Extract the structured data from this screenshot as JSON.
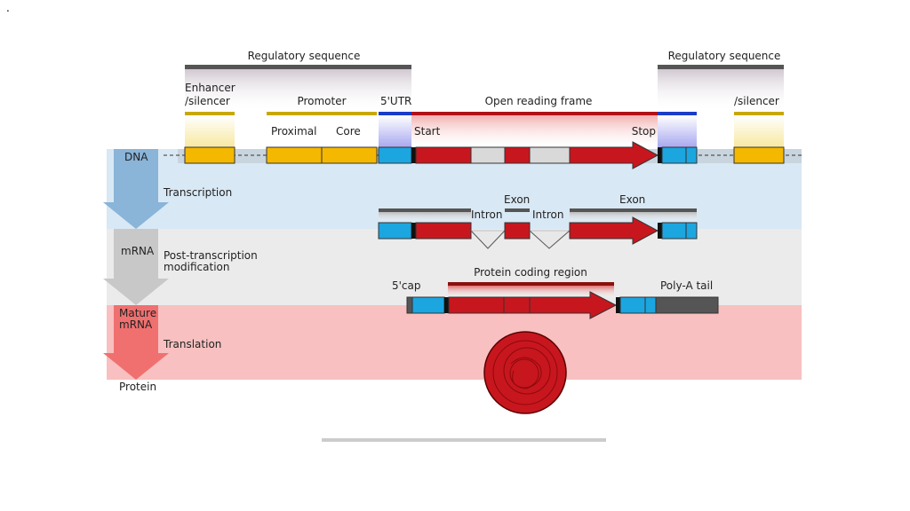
{
  "corner_mark": ".",
  "labels": {
    "regulatory_left": "Regulatory sequence",
    "regulatory_right": "Regulatory sequence",
    "enhancer_line1": "Enhancer",
    "enhancer_line2": "/silencer",
    "silencer_right": "/silencer",
    "promoter": "Promoter",
    "proximal": "Proximal",
    "core": "Core",
    "utr5": "5'UTR",
    "orf": "Open reading frame",
    "start": "Start",
    "stop": "Stop",
    "dna": "DNA",
    "transcription": "Transcription",
    "exon_mid": "Exon",
    "exon_right": "Exon",
    "intron_1": "Intron",
    "intron_2": "Intron",
    "mrna": "mRNA",
    "post_line1": "Post-transcription",
    "post_line2": "modification",
    "cap5": "5'cap",
    "protein_coding": "Protein coding region",
    "polya": "Poly-A tail",
    "mature_line1": "Mature",
    "mature_line2": "mRNA",
    "translation": "Translation",
    "protein": "Protein"
  },
  "colors": {
    "dna_band": "#d8e8f4",
    "mrna_band": "#ebebeb",
    "mature_band": "#f8c0c0",
    "regulatory_bar": "#555555",
    "enhancer_yellow": "#f5b800",
    "promoter_bar": "#c8a800",
    "utr_blue": "#1ba6e0",
    "utr_bar": "#1a3cc8",
    "orf_red": "#c8161e",
    "intron_gray": "#d9d9d9",
    "polya_gray": "#555555",
    "arrow_blue": "#8ab4d8",
    "arrow_gray": "#c8c8c8",
    "arrow_red": "#f07070"
  }
}
